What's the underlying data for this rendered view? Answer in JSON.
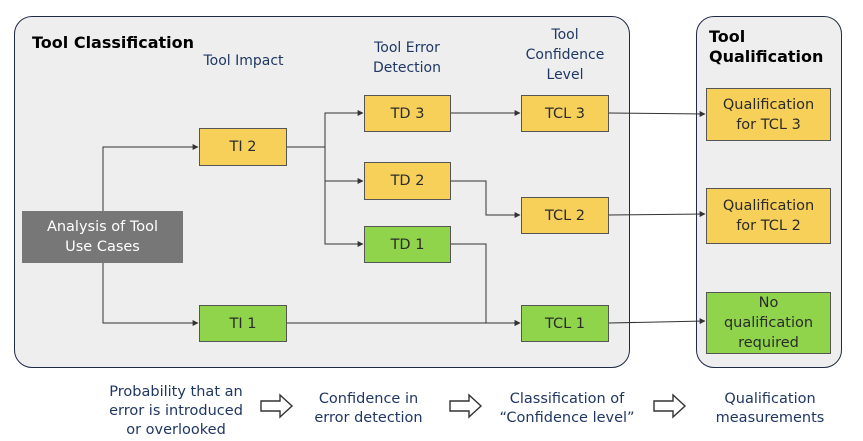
{
  "classification_panel": {
    "title": "Tool Classification"
  },
  "qualification_panel": {
    "title_line1": "Tool",
    "title_line2": "Qualification"
  },
  "column_headers": {
    "impact": "Tool Impact",
    "detection_line1": "Tool Error",
    "detection_line2": "Detection",
    "confidence_line1": "Tool",
    "confidence_line2": "Confidence",
    "confidence_line3": "Level"
  },
  "nodes": {
    "analysis_line1": "Analysis of Tool",
    "analysis_line2": "Use Cases",
    "ti2": "TI 2",
    "ti1": "TI 1",
    "td3": "TD 3",
    "td2": "TD 2",
    "td1": "TD 1",
    "tcl3": "TCL 3",
    "tcl2": "TCL 2",
    "tcl1": "TCL 1",
    "q3_line1": "Qualification",
    "q3_line2": "for TCL 3",
    "q2_line1": "Qualification",
    "q2_line2": "for TCL 2",
    "q1_line1": "No",
    "q1_line2": "qualification",
    "q1_line3": "required"
  },
  "colors": {
    "yellow": "#f7d05a",
    "green": "#8fd44a",
    "grey": "#777777",
    "panel": "#eeeeee"
  },
  "footer": {
    "step1_line1": "Probability that an",
    "step1_line2": "error is introduced",
    "step1_line3": "or overlooked",
    "step2_line1": "Confidence in",
    "step2_line2": "error detection",
    "step3_line1": "Classification of",
    "step3_line2": "“Confidence level”",
    "step4_line1": "Qualification",
    "step4_line2": "measurements"
  }
}
